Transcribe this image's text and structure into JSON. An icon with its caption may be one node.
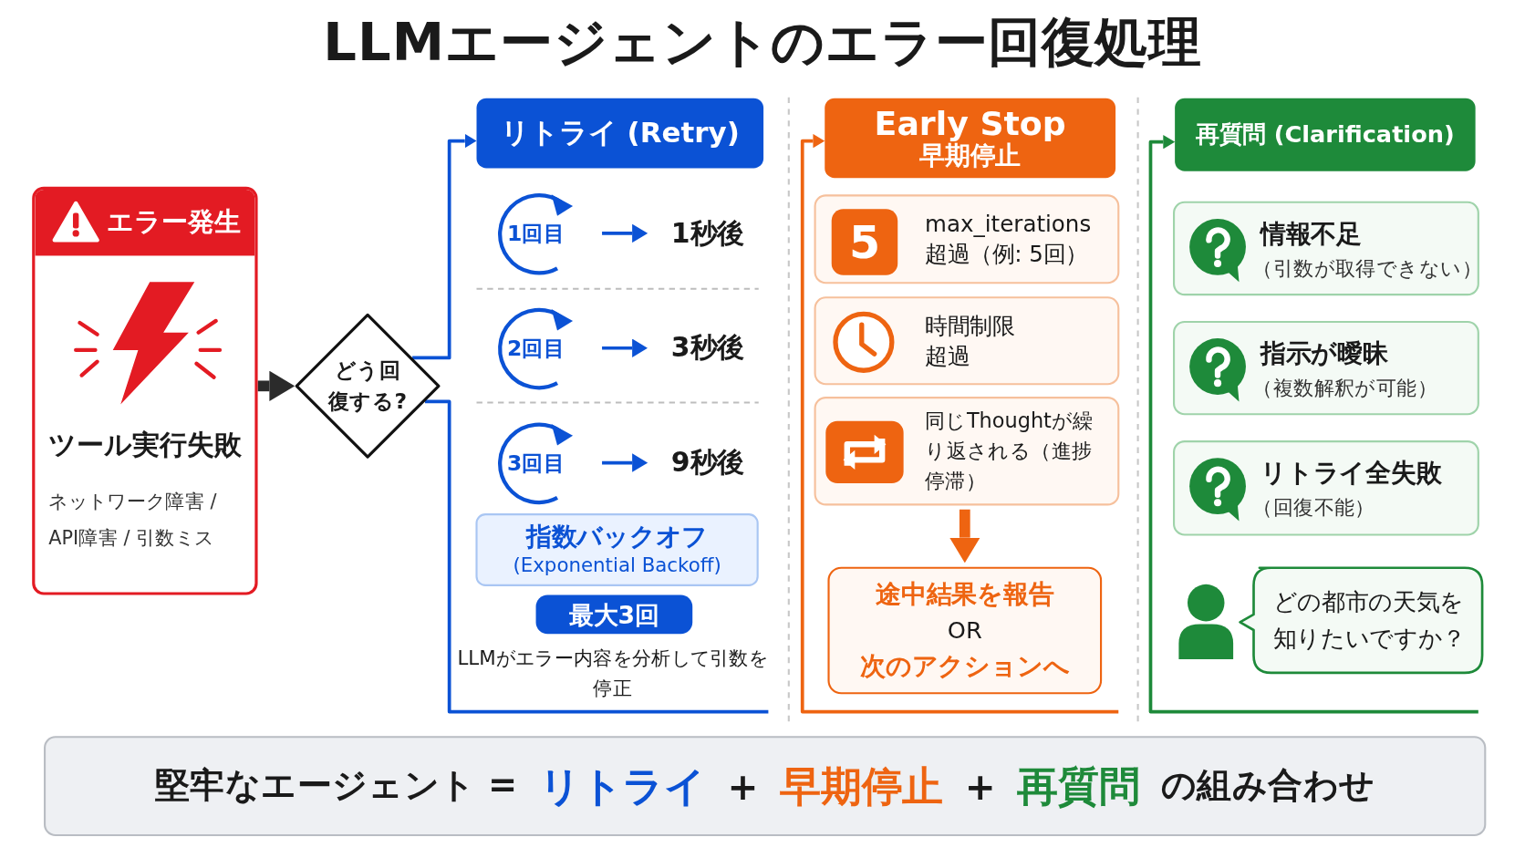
{
  "diagram": {
    "title": "LLMエージェントのエラー回復処理",
    "nodes": [
      {
        "text": [
          "エラー発生",
          "ツール実行失敗",
          "ネットワーク障害 / API障害 / 引数ミス"
        ]
      },
      {
        "text": [
          "どう回復する?"
        ]
      },
      {
        "text": [
          "リトライ (Retry)"
        ]
      },
      {
        "text": [
          "Early Stop",
          "早期停止"
        ]
      },
      {
        "text": [
          "再質問 (Clarification)"
        ]
      },
      {
        "text": [
          "1回目"
        ]
      },
      {
        "text": [
          "1秒後"
        ]
      },
      {
        "text": [
          "2回目"
        ]
      },
      {
        "text": [
          "3秒後"
        ]
      },
      {
        "text": [
          "3回目"
        ]
      },
      {
        "text": [
          "9秒後"
        ]
      },
      {
        "text": [
          "指数バックオフ",
          "(Exponential Backoff)"
        ]
      },
      {
        "text": [
          "最大3回"
        ]
      },
      {
        "text": [
          "max_iterations 超過（例: 5回）"
        ]
      },
      {
        "text": [
          "5"
        ],
        "in": 13
      },
      {
        "text": [
          "時間制限超過"
        ]
      },
      {
        "text": [
          "同じThoughtが繰り返される（進捗停滞）"
        ]
      },
      {
        "text": [
          "途中結果を報告",
          "OR",
          "次のアクションへ"
        ]
      },
      {
        "text": [
          "情報不足",
          "（引数が取得できない）"
        ]
      },
      {
        "text": [
          "指示が曖昧",
          "（複数解釈が可能）"
        ]
      },
      {
        "text": [
          "リトライ全失敗",
          "（回復不能）"
        ]
      },
      {
        "text": [
          "どの都市の天気を知りたいですか？"
        ]
      },
      {
        "text": [
          "堅牢なエージェント =",
          "リトライ",
          "+",
          "早期停止",
          "+",
          "再質問",
          "の組み合わせ"
        ]
      }
    ],
    "edges": [
      {
        "from": 0,
        "to": 1,
        "arrow": "to",
        "style": "thick",
        "color": "#2b2b2b"
      },
      {
        "from": 1,
        "to": 2,
        "arrow": "to",
        "color": "#0b52d5"
      },
      {
        "from": 1,
        "to": null,
        "arrow": "none",
        "color": "#0b52d5"
      },
      {
        "from": null,
        "to": 3,
        "arrow": "to",
        "color": "#ee6411"
      },
      {
        "from": null,
        "to": 4,
        "arrow": "to",
        "color": "#1e8a3a"
      },
      {
        "from": 5,
        "to": 6,
        "arrow": "to",
        "color": "#0b52d5"
      },
      {
        "from": 7,
        "to": 8,
        "arrow": "to",
        "color": "#0b52d5"
      },
      {
        "from": 9,
        "to": 10,
        "arrow": "to",
        "color": "#0b52d5"
      },
      {
        "from": 16,
        "to": 17,
        "arrow": "to",
        "style": "thick",
        "color": "#ee6411"
      }
    ],
    "labels": [
      "LLMがエラー内容を分析して引数を停正"
    ]
  }
}
